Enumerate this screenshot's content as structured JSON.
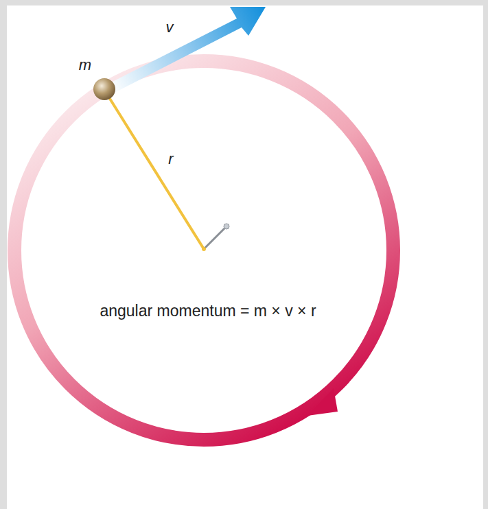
{
  "diagram": {
    "labels": [
      "v",
      "m",
      "r",
      "angular momentum = m × v × r"
    ]
  }
}
